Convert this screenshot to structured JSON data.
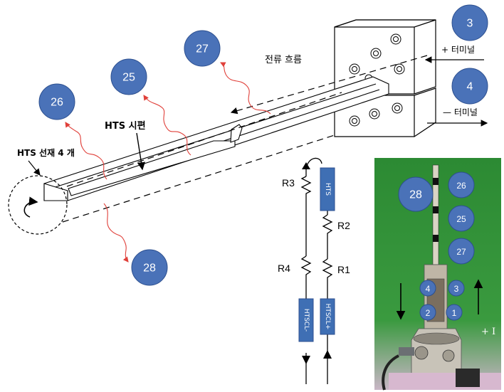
{
  "colors": {
    "marker": "#4a72b8",
    "marker_border": "#2c4f8f",
    "heat_arrow": "#e0403a",
    "resistor_box": "#3f6fb4",
    "photo_bg": "#2f8a35"
  },
  "labels": {
    "hts_wire": "HTS 선재 4 개",
    "hts_sample": "HTS 시편",
    "current_flow": "전류 흐름",
    "plus_terminal": "+ 터미널",
    "minus_terminal": "— 터미널",
    "plus_I": "+ I"
  },
  "markers": {
    "m26": "26",
    "m25": "25",
    "m27": "27",
    "m28": "28",
    "m3": "3",
    "m4": "4"
  },
  "circuit": {
    "R1": "R1",
    "R2": "R2",
    "R3": "R3",
    "R4": "R4",
    "hts_box": "HTS",
    "htscl_plus": "HTSCL+",
    "htscl_minus": "HTSCL-"
  },
  "photo": {
    "m28": "28",
    "m26": "26",
    "m25": "25",
    "m27": "27",
    "m4": "4",
    "m3": "3",
    "m2": "2",
    "m1": "1"
  }
}
